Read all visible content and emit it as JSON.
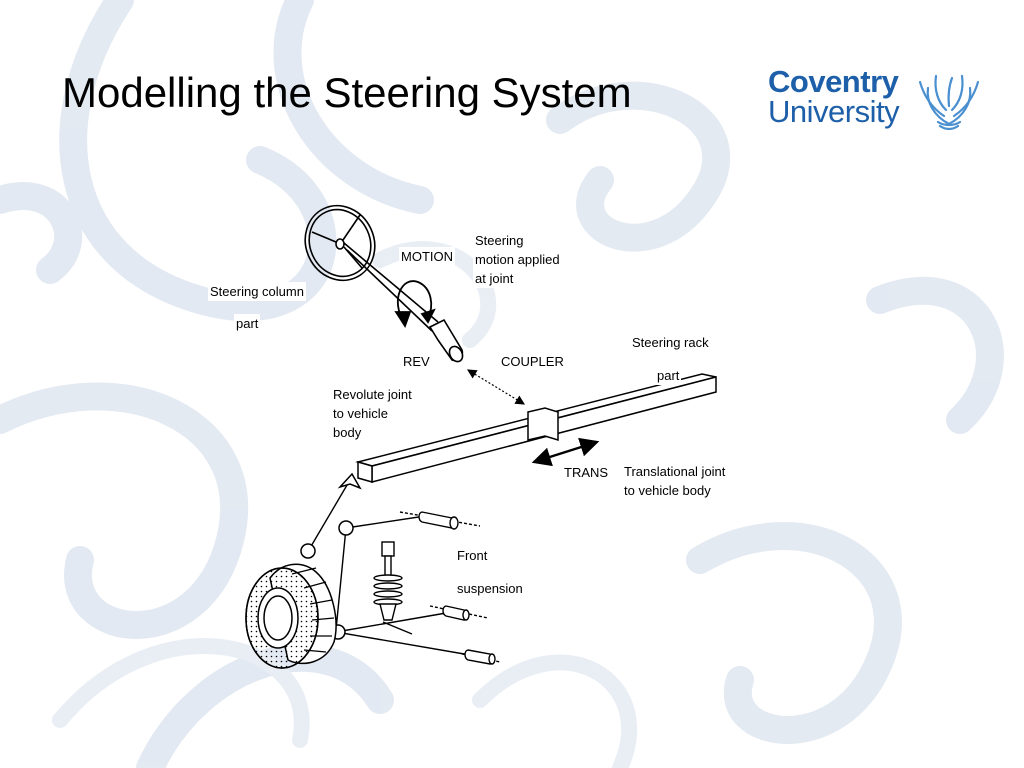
{
  "slide": {
    "title": "Modelling the Steering System"
  },
  "logo": {
    "line1": "Coventry",
    "line2": "University",
    "color": "#1d5fa8"
  },
  "diagram": {
    "labels": {
      "motion": "MOTION",
      "steering_motion_1": "Steering",
      "steering_motion_2": "motion applied",
      "steering_motion_3": "at joint",
      "steering_column_1": "Steering column",
      "steering_column_2": "part",
      "steering_rack_1": "Steering rack",
      "steering_rack_2": "part",
      "rev": "REV",
      "coupler": "COUPLER",
      "revolute_1": "Revolute joint",
      "revolute_2": "to vehicle",
      "revolute_3": "body",
      "trans": "TRANS",
      "translational_1": "Translational joint",
      "translational_2": "to vehicle body",
      "front_suspension_1": "Front",
      "front_suspension_2": "suspension"
    }
  }
}
